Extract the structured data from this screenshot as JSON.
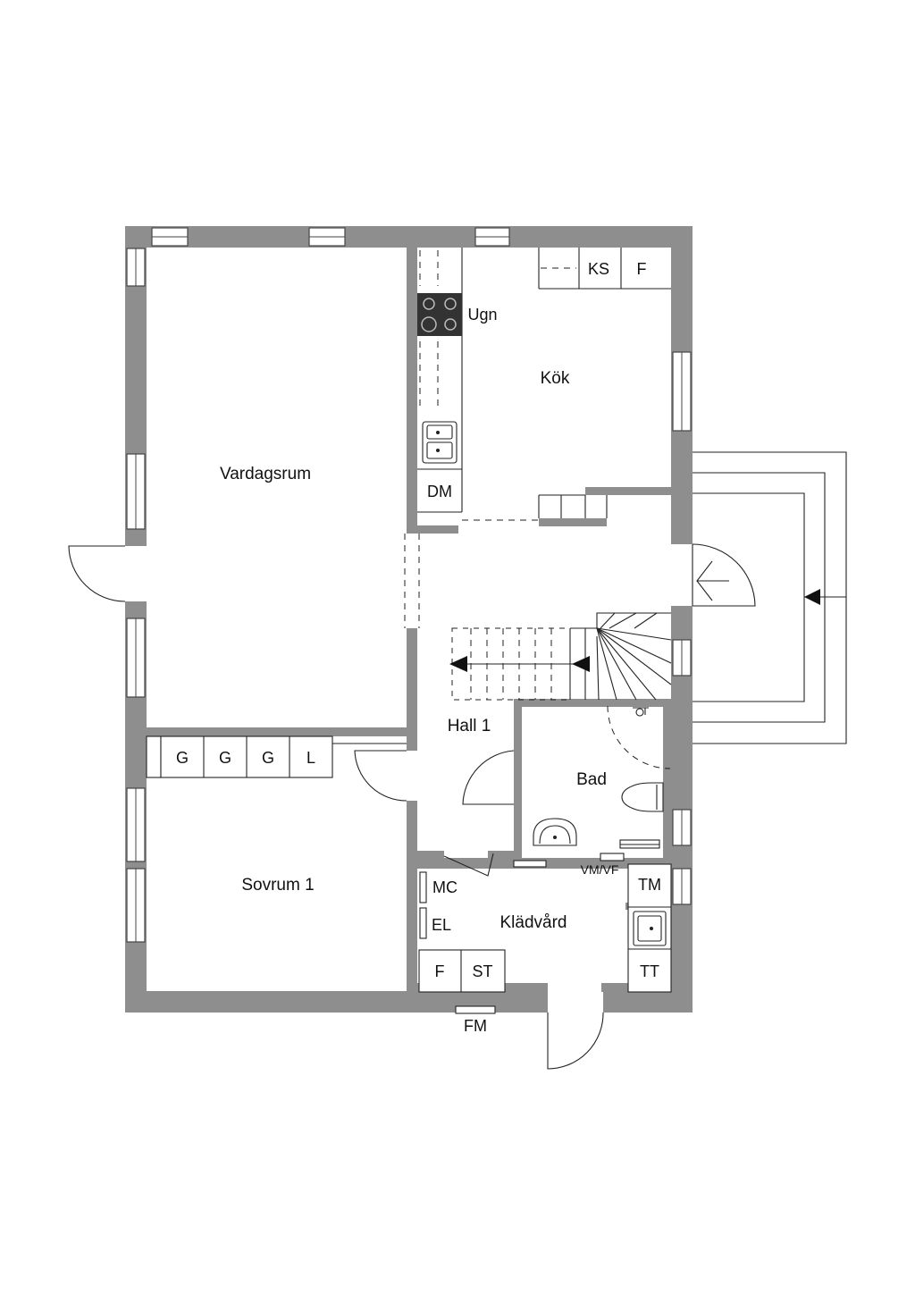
{
  "rooms": {
    "vardagsrum": "Vardagsrum",
    "kok": "Kök",
    "hall": "Hall 1",
    "bad": "Bad",
    "sovrum": "Sovrum 1",
    "kladvard": "Klädvård"
  },
  "fixtures": {
    "ugn": "Ugn",
    "ks": "KS",
    "f_kitchen": "F",
    "dm": "DM",
    "g1": "G",
    "g2": "G",
    "g3": "G",
    "l": "L",
    "mc": "MC",
    "el": "EL",
    "f_laundry": "F",
    "st": "ST",
    "tm": "TM",
    "tt": "TT",
    "vmvf": "VM/VF",
    "fm": "FM"
  },
  "colors": {
    "wall": "#8e8e8e",
    "line": "#222222",
    "stove": "#333333"
  }
}
